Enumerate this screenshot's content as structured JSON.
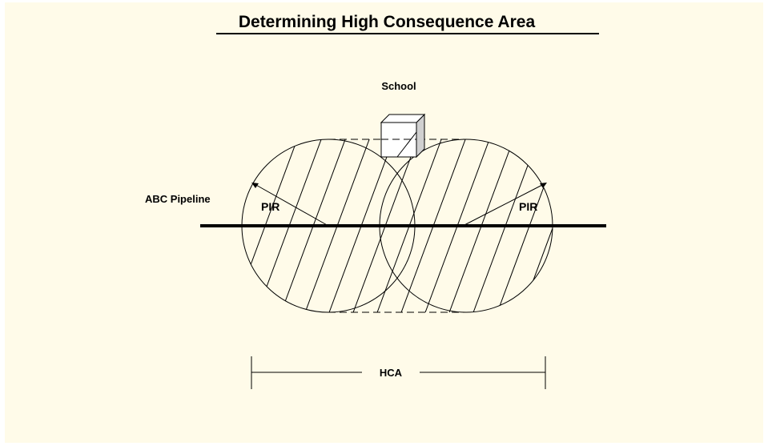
{
  "title": "Determining High Consequence Area",
  "labels": {
    "school": "School",
    "pipeline": "ABC Pipeline",
    "pir_left": "PIR",
    "pir_right": "PIR",
    "hca": "HCA"
  },
  "colors": {
    "background": "#fffbe9",
    "line": "#000000",
    "school_box": "#ffffff",
    "school_side": "#d0d0d0"
  }
}
